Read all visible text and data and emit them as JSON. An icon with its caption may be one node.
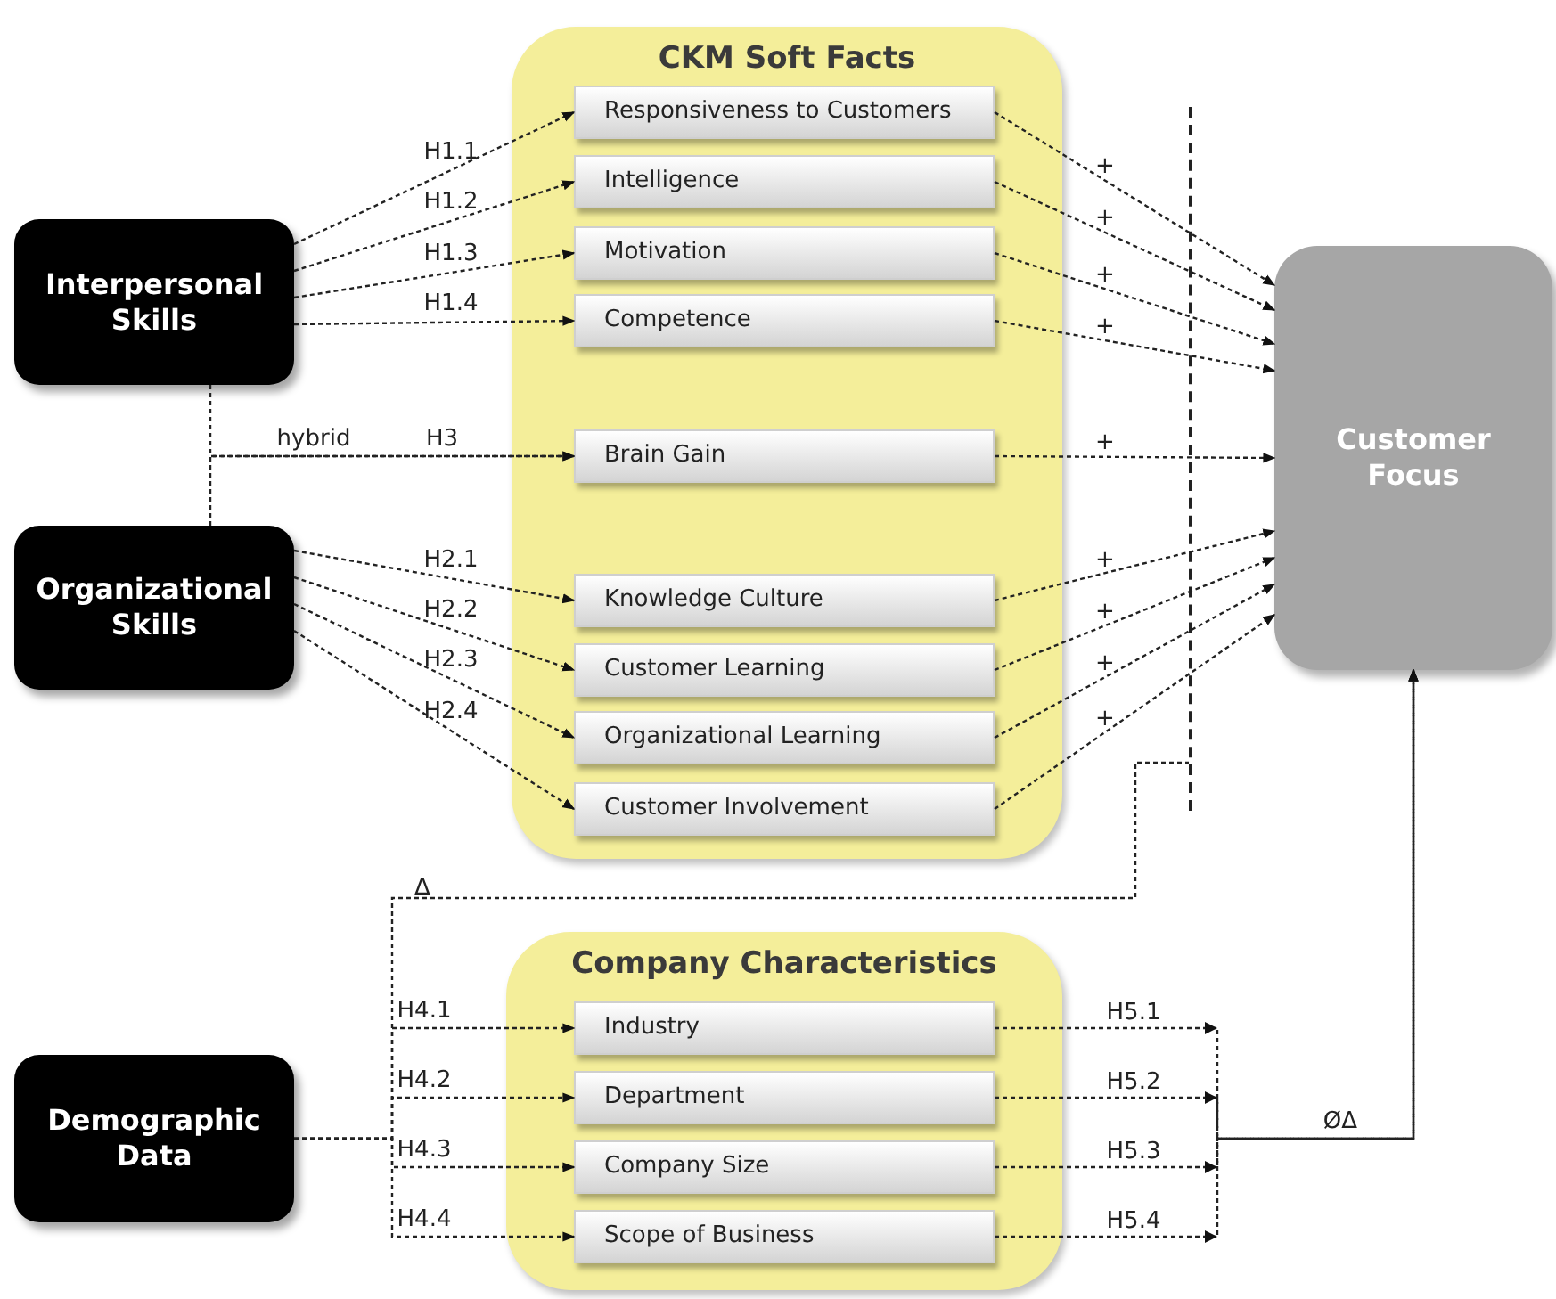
{
  "diagram": {
    "nodes": [
      {
        "text": [
          "Interpersonal Skills"
        ]
      },
      {
        "text": [
          "Organizational Skills"
        ]
      },
      {
        "text": [
          "CKM Soft Facts"
        ]
      },
      {
        "text": [
          "Responsiveness to Customers"
        ],
        "in": 2
      },
      {
        "text": [
          "Intelligence"
        ],
        "in": 2
      },
      {
        "text": [
          "Motivation"
        ],
        "in": 2
      },
      {
        "text": [
          "Competence"
        ],
        "in": 2
      },
      {
        "text": [
          "Brain Gain"
        ],
        "in": 2
      },
      {
        "text": [
          "Knowledge Culture"
        ],
        "in": 2
      },
      {
        "text": [
          "Customer Learning"
        ],
        "in": 2
      },
      {
        "text": [
          "Organizational Learning"
        ],
        "in": 2
      },
      {
        "text": [
          "Customer Involvement"
        ],
        "in": 2
      },
      {
        "text": [
          "Customer Focus"
        ]
      },
      {
        "text": [
          "Company Characteristics"
        ]
      },
      {
        "text": [
          "Industry"
        ],
        "in": 13
      },
      {
        "text": [
          "Department"
        ],
        "in": 13
      },
      {
        "text": [
          "Company Size"
        ],
        "in": 13
      },
      {
        "text": [
          "Scope of Business"
        ],
        "in": 13
      },
      {
        "text": [
          "Demographic Data"
        ]
      },
      {
        "text": [],
        "shape": "bar"
      }
    ],
    "edges": [
      {
        "from": 0,
        "to": 3,
        "arrow": "to",
        "label": "H1.1"
      },
      {
        "from": 0,
        "to": 4,
        "arrow": "to",
        "label": "H1.2"
      },
      {
        "from": 0,
        "to": 5,
        "arrow": "to",
        "label": "H1.3"
      },
      {
        "from": 0,
        "to": 6,
        "arrow": "to",
        "label": "H1.4"
      },
      {
        "from": 0,
        "to": 7,
        "arrow": "to",
        "label": "H3"
      },
      {
        "from": 1,
        "to": 7,
        "arrow": "to"
      },
      {
        "from": 1,
        "to": 8,
        "arrow": "to",
        "label": "H2.1"
      },
      {
        "from": 1,
        "to": 9,
        "arrow": "to",
        "label": "H2.2"
      },
      {
        "from": 1,
        "to": 10,
        "arrow": "to",
        "label": "H2.3"
      },
      {
        "from": 1,
        "to": 11,
        "arrow": "to",
        "label": "H2.4"
      },
      {
        "from": 3,
        "to": 12,
        "arrow": "to",
        "label": "+"
      },
      {
        "from": 4,
        "to": 12,
        "arrow": "to",
        "label": "+"
      },
      {
        "from": 5,
        "to": 12,
        "arrow": "to",
        "label": "+"
      },
      {
        "from": 6,
        "to": 12,
        "arrow": "to",
        "label": "+"
      },
      {
        "from": 7,
        "to": 12,
        "arrow": "to",
        "label": "+"
      },
      {
        "from": 8,
        "to": 12,
        "arrow": "to",
        "label": "+"
      },
      {
        "from": 9,
        "to": 12,
        "arrow": "to",
        "label": "+"
      },
      {
        "from": 10,
        "to": 12,
        "arrow": "to",
        "label": "+"
      },
      {
        "from": 11,
        "to": 12,
        "arrow": "to",
        "label": "+"
      },
      {
        "from": 18,
        "to": 14,
        "arrow": "to",
        "label": "H4.1"
      },
      {
        "from": 18,
        "to": 15,
        "arrow": "to",
        "label": "H4.2"
      },
      {
        "from": 18,
        "to": 16,
        "arrow": "to",
        "label": "H4.3"
      },
      {
        "from": 18,
        "to": 17,
        "arrow": "to",
        "label": "H4.4"
      },
      {
        "from": 18,
        "to": 19,
        "arrow": "none",
        "label": "Δ"
      },
      {
        "from": 14,
        "to": 12,
        "arrow": "to",
        "label": "H5.1"
      },
      {
        "from": 15,
        "to": 12,
        "arrow": "to",
        "label": "H5.2"
      },
      {
        "from": 16,
        "to": 12,
        "arrow": "to",
        "label": "H5.3"
      },
      {
        "from": 17,
        "to": 12,
        "arrow": "to",
        "label": "H5.4"
      }
    ],
    "labels": [
      "hybrid",
      "ØΔ"
    ]
  }
}
